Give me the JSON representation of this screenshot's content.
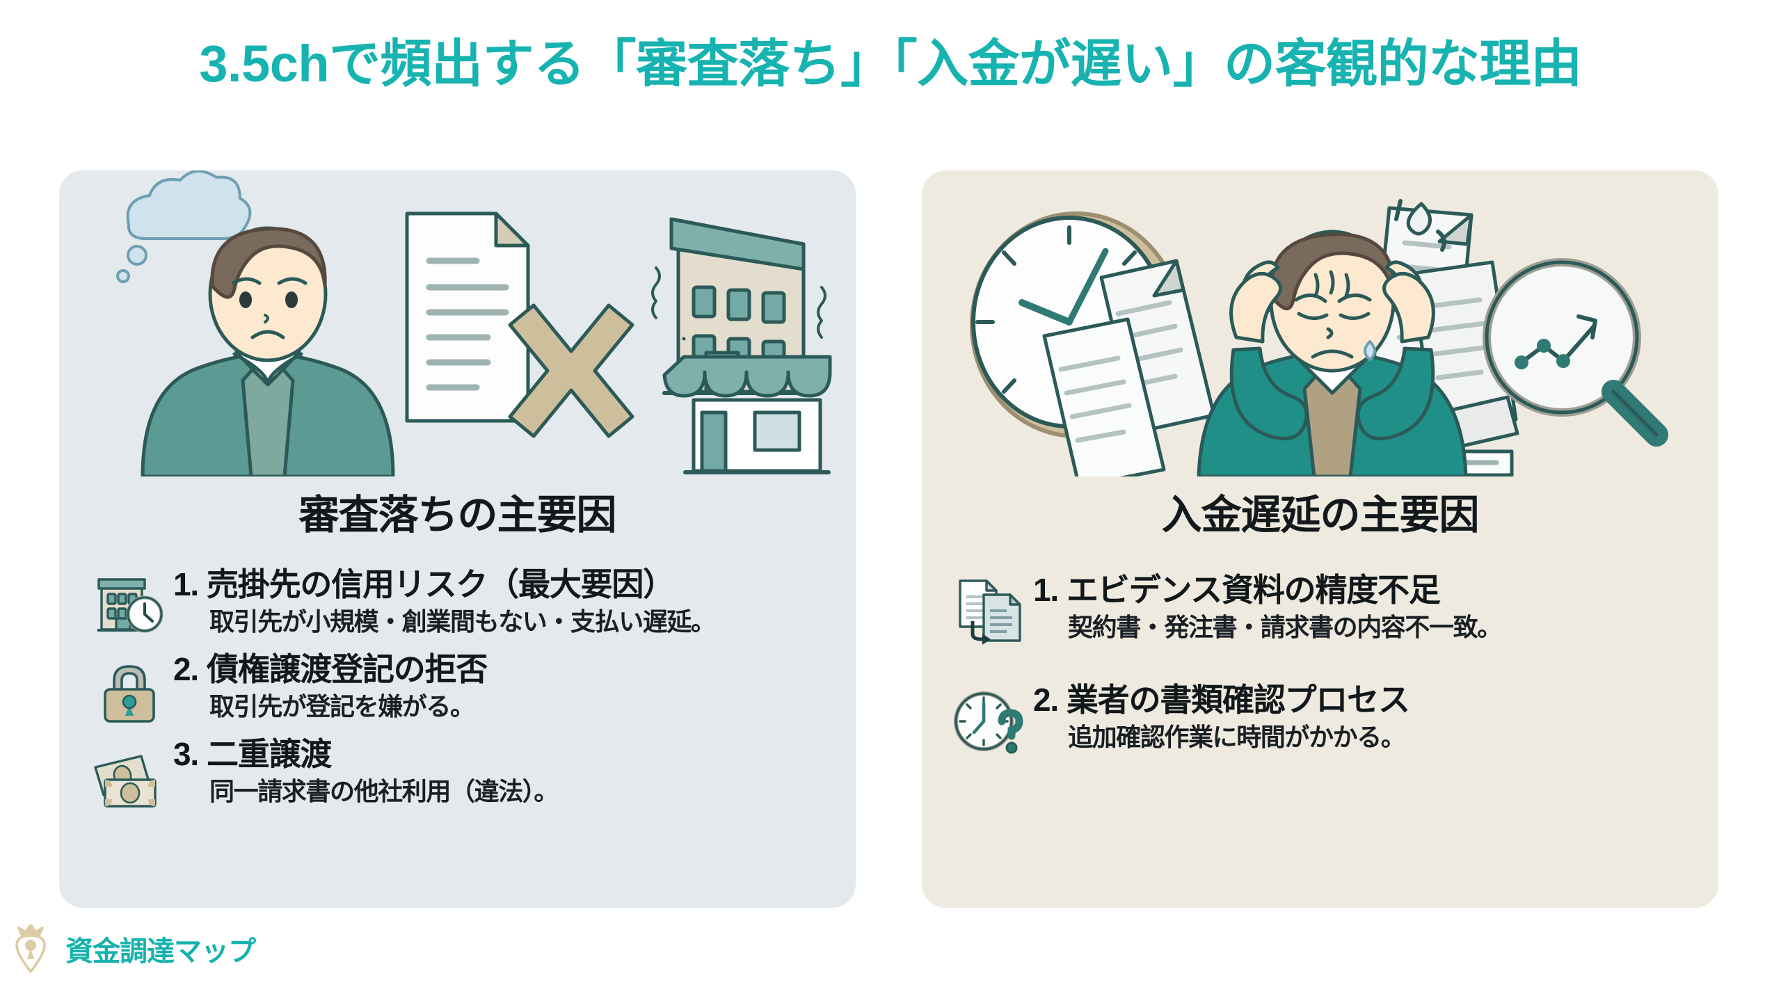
{
  "page": {
    "title": "3.5chで頻出する「審査落ち」「入金が遅い」の客観的な理由",
    "title_accent_color": "#17B3B0",
    "background_color": "#ffffff"
  },
  "cards": [
    {
      "id": "shinsa-ochi",
      "heading": "審査落ちの主要因",
      "background_color": "#e3e9ec",
      "illustration": {
        "name": "worried-businessman-scene",
        "elements": [
          "thought-cloud-icon",
          "worried-person-icon",
          "document-icon",
          "x-mark-icon",
          "office-building-icon",
          "storefront-icon"
        ]
      },
      "items": [
        {
          "num": "1.",
          "title": "売掛先の信用リスク（最大要因）",
          "sub": "取引先が小規模・創業間もない・支払い遅延。",
          "icon": "building-clock-icon"
        },
        {
          "num": "2.",
          "title": "債権譲渡登記の拒否",
          "sub": "取引先が登記を嫌がる。",
          "icon": "padlock-icon"
        },
        {
          "num": "3.",
          "title": "二重譲渡",
          "sub": "同一請求書の他社利用（違法）。",
          "icon": "banknotes-icon"
        }
      ]
    },
    {
      "id": "nyukin-chien",
      "heading": "入金遅延の主要因",
      "background_color": "#eeeae0",
      "illustration": {
        "name": "stressed-businessman-paperwork-scene",
        "elements": [
          "wall-clock-icon",
          "stressed-person-icon",
          "scattered-documents-icon",
          "magnifier-chart-icon",
          "sweat-drop-icon"
        ]
      },
      "items": [
        {
          "num": "1.",
          "title": "エビデンス資料の精度不足",
          "sub": "契約書・発注書・請求書の内容不一致。",
          "icon": "documents-transfer-icon"
        },
        {
          "num": "2.",
          "title": "業者の書類確認プロセス",
          "sub": "追加確認作業に時間がかかる。",
          "icon": "clock-question-icon"
        }
      ]
    }
  ],
  "footer": {
    "logo_text": "資金調達マップ",
    "logo_icon": "crowned-map-pin-icon",
    "logo_text_color": "#15b2ad",
    "logo_mark_color": "#e0cfa8"
  }
}
